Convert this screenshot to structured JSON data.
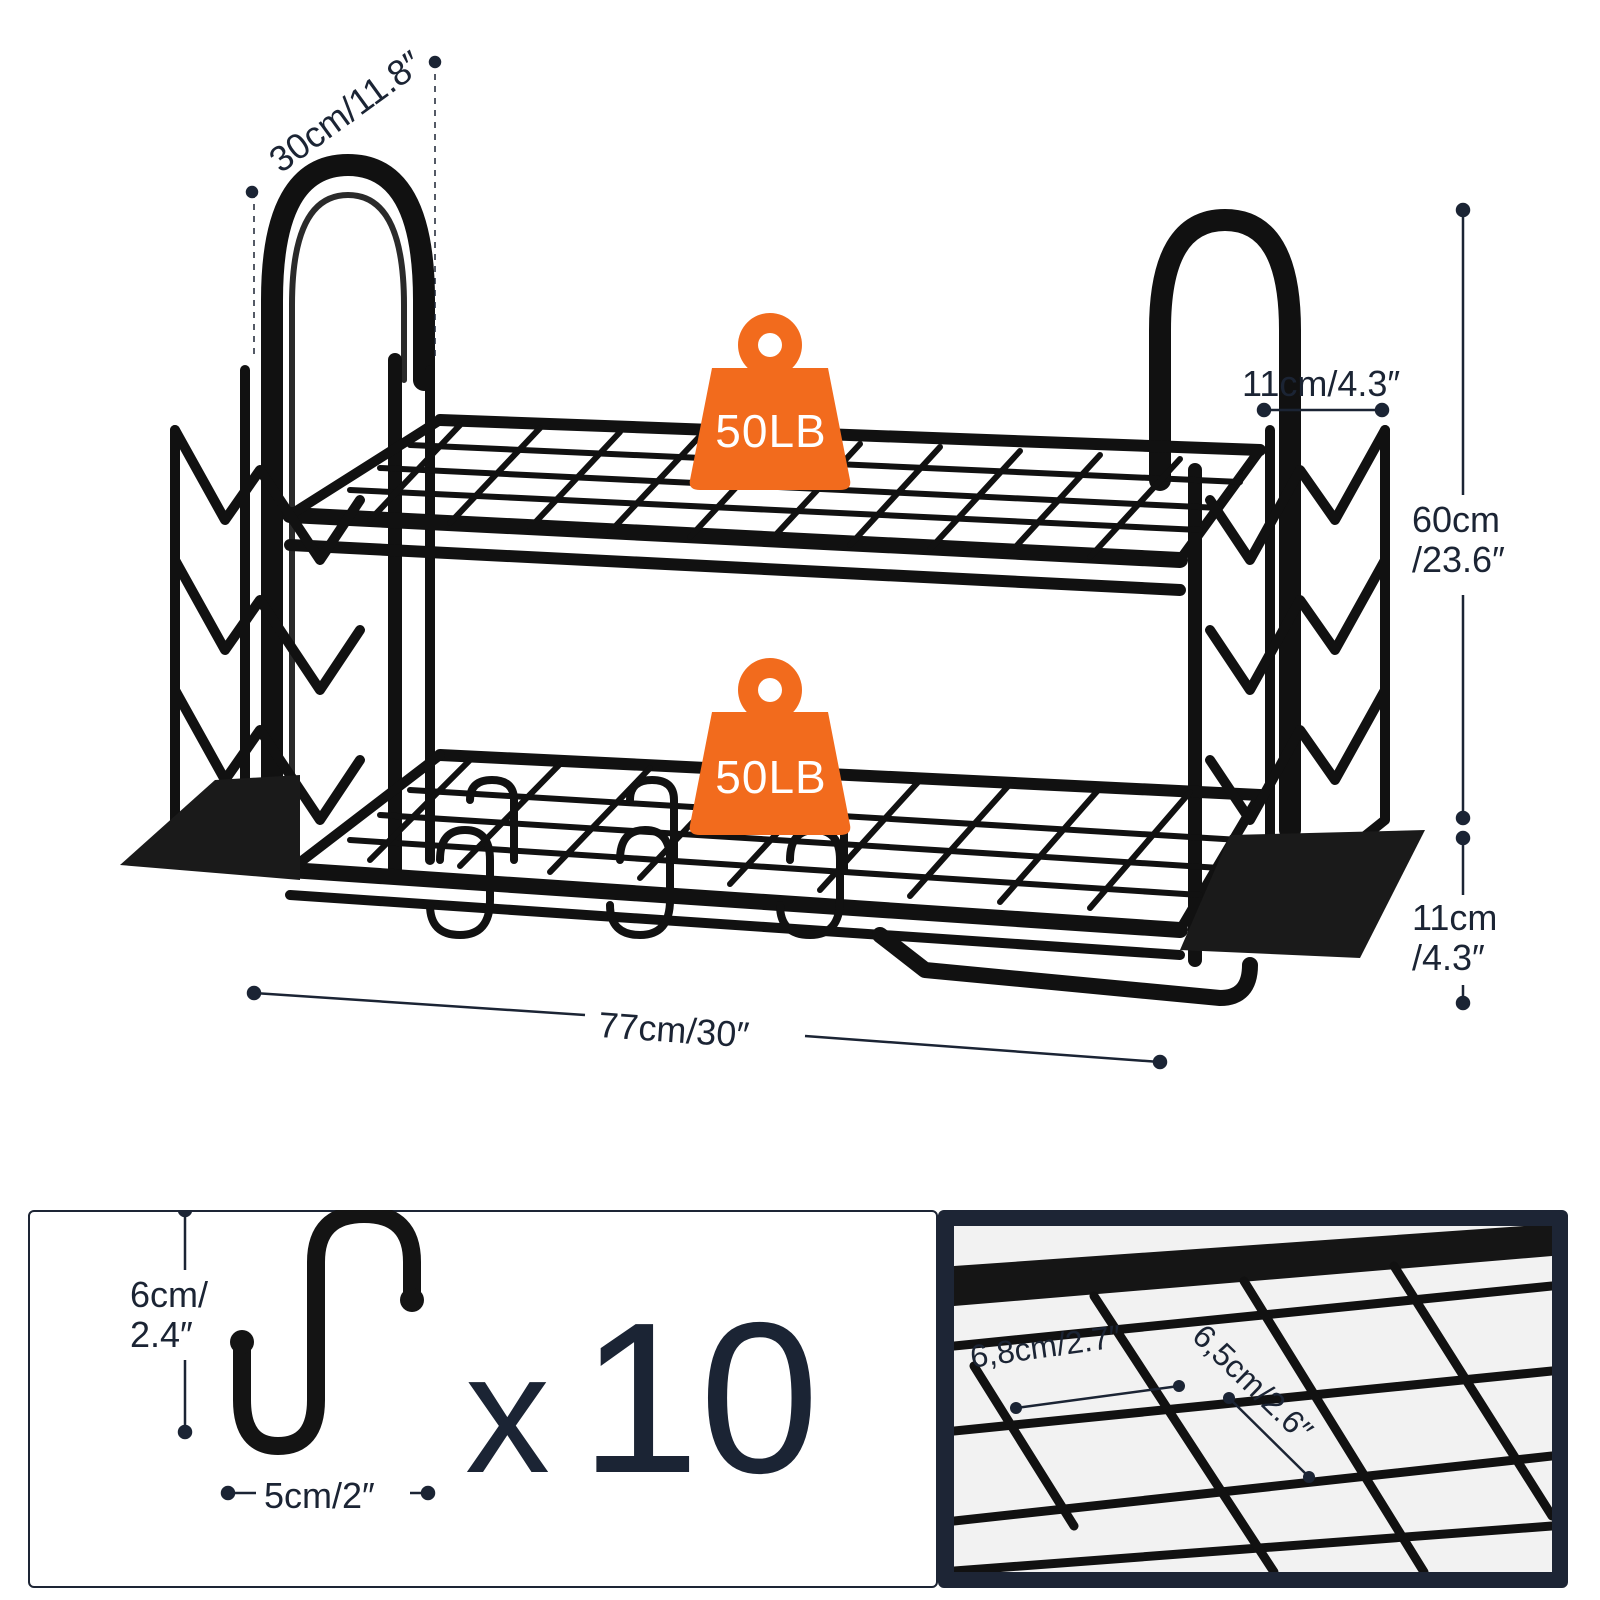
{
  "product": {
    "dimensions": {
      "depth": "30cm/11.8″",
      "side_width": "11cm/4.3″",
      "height_line1": "60cm",
      "height_line2": "/23.6″",
      "base_line1": "11cm",
      "base_line2": "/4.3″",
      "width": "77cm/30″"
    },
    "shelf_capacity": {
      "top": "50LB",
      "bottom": "50LB"
    },
    "colors": {
      "rack": "#111111",
      "weight_badge": "#f26b1d",
      "text": "#1b2434",
      "panel_border": "#1d2535"
    }
  },
  "hook_panel": {
    "height_line1": "6cm/",
    "height_line2": "2.4″",
    "width": "5cm/2″",
    "quantity_prefix": "x",
    "quantity": "10"
  },
  "grid_panel": {
    "spacing_horizontal": "6,8cm/2.7″",
    "spacing_diagonal": "6,5cm/2.6″"
  }
}
